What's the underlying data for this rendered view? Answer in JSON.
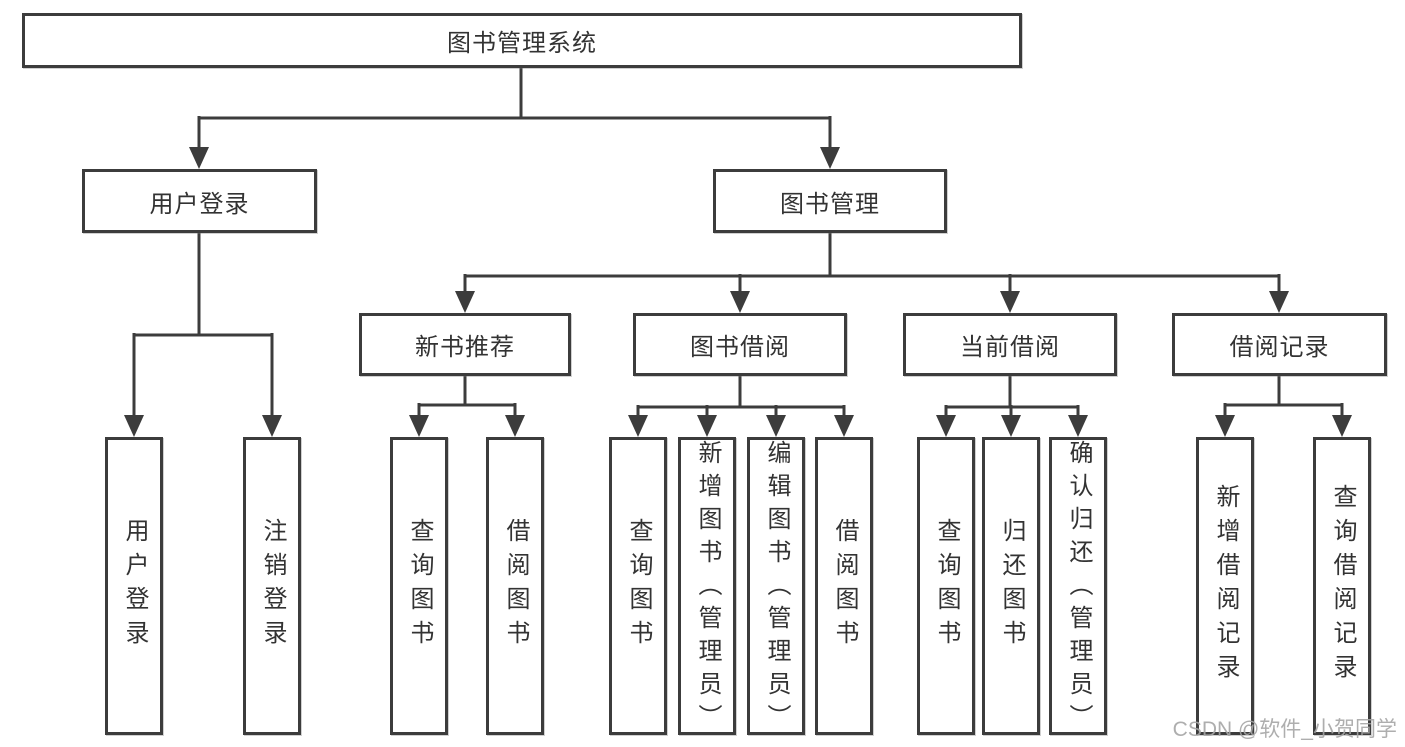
{
  "diagram": {
    "root": {
      "label": "图书管理系统"
    },
    "level2": [
      {
        "label": "用户登录"
      },
      {
        "label": "图书管理"
      }
    ],
    "level3": [
      {
        "label": "新书推荐"
      },
      {
        "label": "图书借阅"
      },
      {
        "label": "当前借阅"
      },
      {
        "label": "借阅记录"
      }
    ],
    "leaves": {
      "user_login": [
        {
          "label": "用户登录"
        },
        {
          "label": "注销登录"
        }
      ],
      "new_book_recommend": [
        {
          "label": "查询图书"
        },
        {
          "label": "借阅图书"
        }
      ],
      "book_borrowing": [
        {
          "label": "查询图书"
        },
        {
          "label": "新增图书（管理员）"
        },
        {
          "label": "编辑图书（管理员）"
        },
        {
          "label": "借阅图书"
        }
      ],
      "current_borrowing": [
        {
          "label": "查询图书"
        },
        {
          "label": "归还图书"
        },
        {
          "label": "确认归还（管理员）"
        }
      ],
      "borrowing_records": [
        {
          "label": "新增借阅记录"
        },
        {
          "label": "查询借阅记录"
        }
      ]
    }
  },
  "watermark": {
    "text": "CSDN @软件_小贺同学"
  },
  "colors": {
    "line": "#3c3c3c",
    "text": "#333333",
    "watermark": "#a5a5a5",
    "background": "#ffffff"
  }
}
